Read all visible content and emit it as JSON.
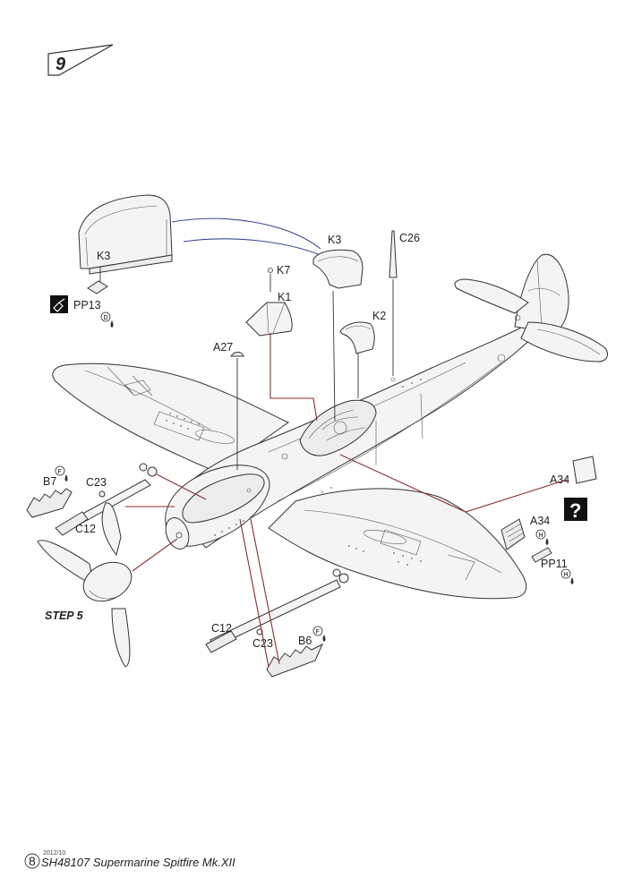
{
  "step_number": "9",
  "step_label": "STEP 5",
  "parts": {
    "k3_left": "K3",
    "k3_top": "K3",
    "k7": "K7",
    "k1": "K1",
    "k2": "K2",
    "c26": "C26",
    "a27": "A27",
    "pp13": "PP13",
    "b7": "B7",
    "c23_left": "C23",
    "c12_left": "C12",
    "a34_top": "A34",
    "a34_bottom": "A34",
    "pp11": "PP11",
    "c12_bottom": "C12",
    "c23_bottom": "C23",
    "b6": "B6"
  },
  "glue_codes": {
    "d": "D",
    "f_left": "F",
    "f_bottom": "F",
    "h_top": "H",
    "h_bottom": "H"
  },
  "question_mark": "?",
  "footer": {
    "page": "8",
    "date": "2012/10",
    "title": "SH48107 Supermarine Spitfire Mk.XII"
  },
  "colors": {
    "leader_red": "#8a2d2d",
    "leader_blue": "#3a4a8a",
    "outline": "#333333"
  }
}
